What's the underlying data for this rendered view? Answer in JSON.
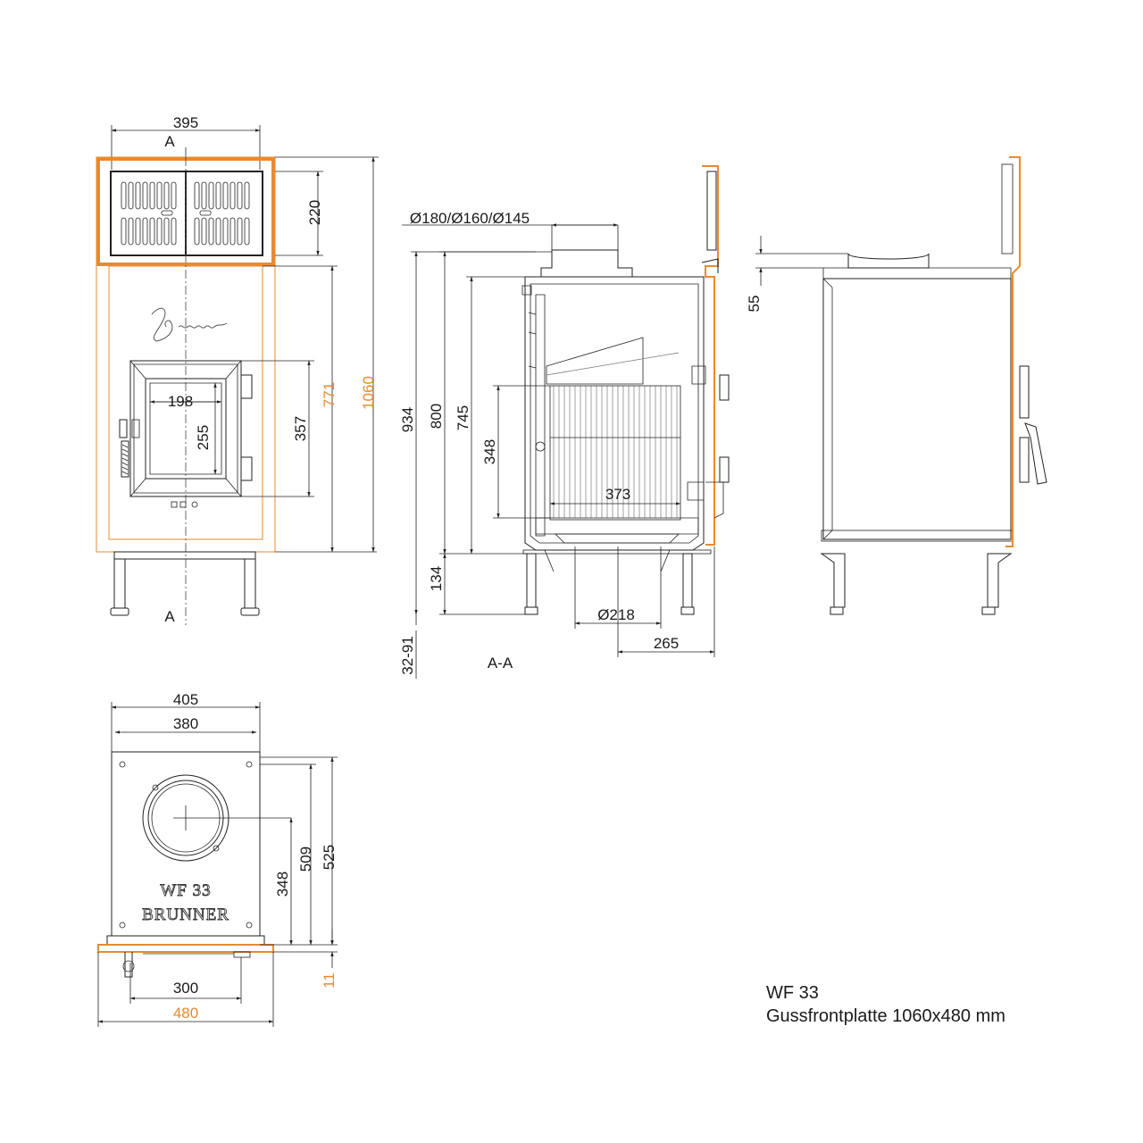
{
  "front_view": {
    "width": "395",
    "section_top": "A",
    "section_bottom": "A",
    "top_height": "220",
    "door_width": "198",
    "glass_height": "255",
    "door_height": "357",
    "cast_height": "771",
    "total_height": "1060"
  },
  "section_view": {
    "flue_diameters": "Ø180/Ø160/Ø145",
    "h_934": "934",
    "h_800": "800",
    "h_745": "745",
    "grate_height": "348",
    "grate_width": "373",
    "leg_height": "134",
    "foot_adjust": "32-91",
    "bottom_diameter": "Ø218",
    "depth_265": "265",
    "label": "A-A"
  },
  "side_view": {
    "top_offset": "55"
  },
  "top_view": {
    "width_405": "405",
    "width_380": "380",
    "depth_348": "348",
    "depth_509": "509",
    "depth_525": "525",
    "plate_thickness": "11",
    "width_300": "300",
    "plate_width": "480",
    "logo_line1": "WF 33",
    "logo_line2": "BRUNNER"
  },
  "caption": {
    "model": "WF 33",
    "description": "Gussfrontplatte 1060x480 mm"
  },
  "colors": {
    "accent": "#ea8a2e",
    "line": "#222222"
  }
}
